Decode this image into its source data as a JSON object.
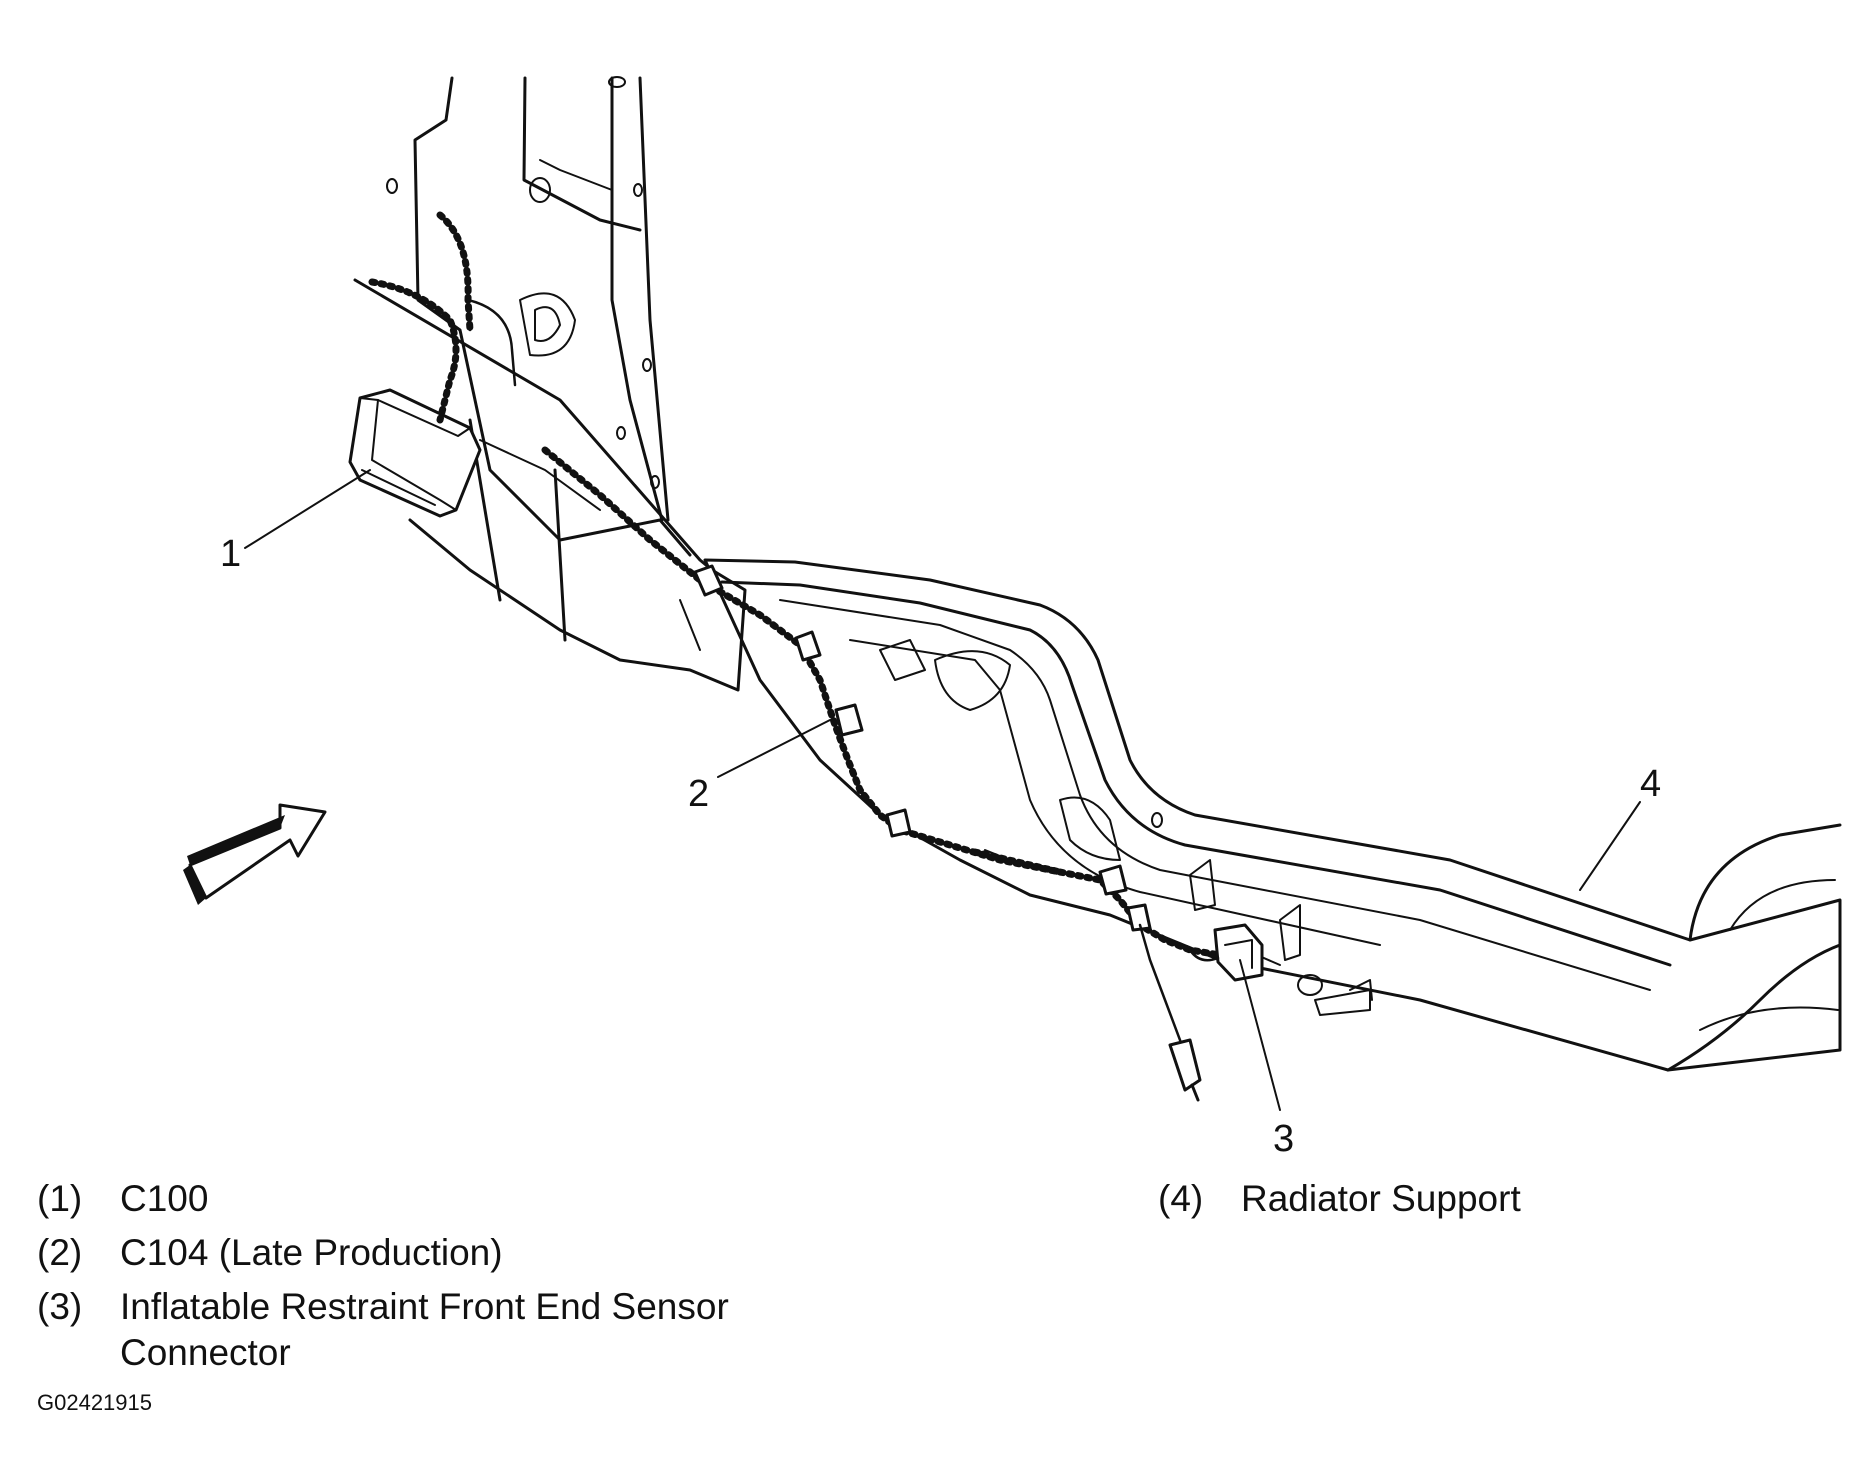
{
  "callouts": [
    {
      "id": "1"
    },
    {
      "id": "2"
    },
    {
      "id": "3"
    },
    {
      "id": "4"
    }
  ],
  "legend": {
    "left": [
      {
        "index": "(1)",
        "text": "C100"
      },
      {
        "index": "(2)",
        "text": "C104 (Late Production)"
      },
      {
        "index": "(3)",
        "text": "Inflatable Restraint Front End Sensor Connector"
      }
    ],
    "right": [
      {
        "index": "(4)",
        "text": "Radiator Support"
      }
    ]
  },
  "figure_id": "G02421915",
  "colors": {
    "ink": "#111111",
    "background": "#ffffff"
  }
}
